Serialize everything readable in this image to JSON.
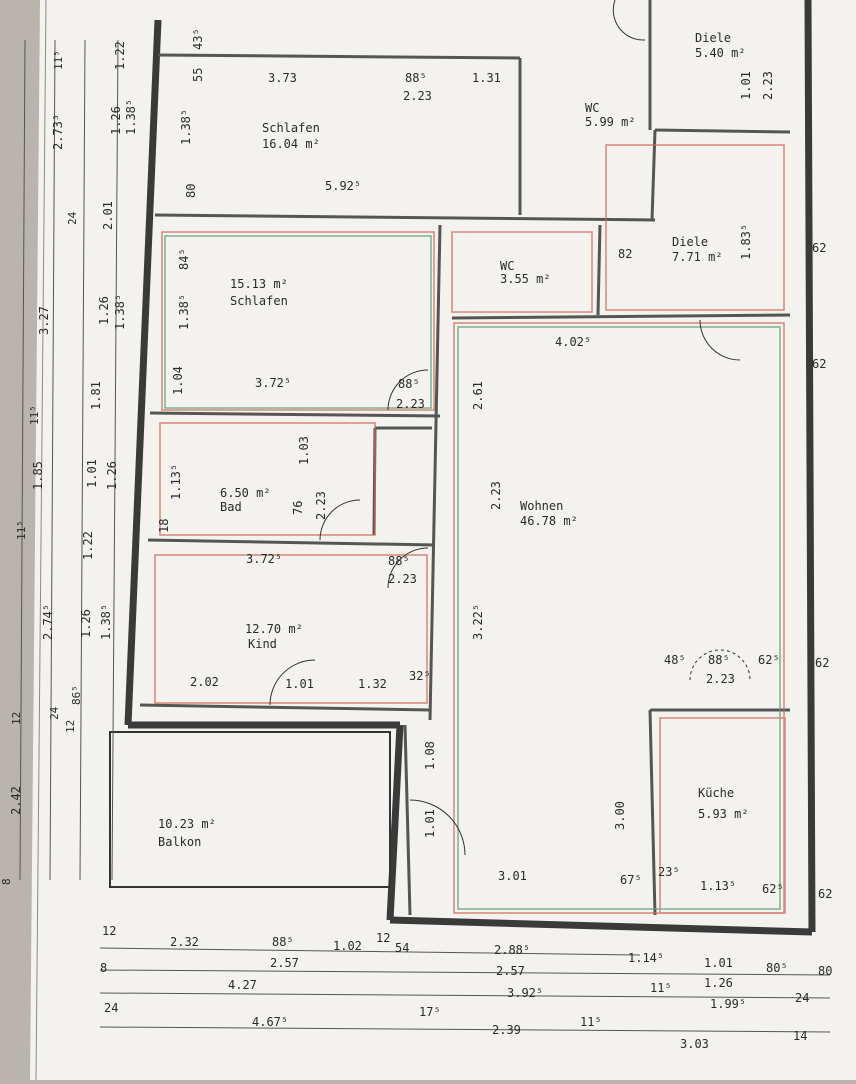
{
  "rooms": {
    "schlafen1": {
      "name": "Schlafen",
      "area": "16.04 m²"
    },
    "wc1": {
      "name": "WC",
      "area": "5.99 m²"
    },
    "diele1": {
      "name": "Diele",
      "area": "5.40 m²"
    },
    "wc2": {
      "name": "WC",
      "area": "3.55 m²"
    },
    "diele2": {
      "name": "Diele",
      "area": "7.71 m²"
    },
    "schlafen2": {
      "area": "15.13 m²",
      "name": "Schlafen"
    },
    "bad": {
      "area": "6.50 m²",
      "name": "Bad"
    },
    "wohnen": {
      "name": "Wohnen",
      "area": "46.78 m²"
    },
    "kind": {
      "area": "12.70 m²",
      "name": "Kind"
    },
    "kueche": {
      "name": "Küche",
      "area": "5.93 m²"
    },
    "balkon": {
      "area": "10.23 m²",
      "name": "Balkon"
    }
  },
  "dims": {
    "d373": "3.73",
    "d885a": "88⁵",
    "d223a": "2.23",
    "d131": "1.31",
    "d5925": "5.92⁵",
    "d1385a": "1.38⁵",
    "d80a": "80",
    "d55": "55",
    "d435": "43⁵",
    "d4025": "4.02⁵",
    "d82": "82",
    "d1835": "1.83⁵",
    "d101a": "1.01",
    "d223b": "2.23",
    "d3725a": "3.72⁵",
    "d885b": "88⁵",
    "d223c": "2.23",
    "d261": "2.61",
    "d223d": "2.23",
    "d3725b": "3.72⁵",
    "d885c": "88⁵",
    "d223e": "2.23",
    "d202": "2.02",
    "d101b": "1.01",
    "d132": "1.32",
    "d325": "32⁵",
    "d3225": "3.22⁵",
    "d885d": "88⁵",
    "d223f": "2.23",
    "d625a": "62⁵",
    "d485": "48⁵",
    "d300": "3.00",
    "d301": "3.01",
    "d1135": "1.13⁵",
    "d625b": "62⁵",
    "d675": "67⁵",
    "d235": "23⁵",
    "d108": "1.08",
    "d101c": "1.01",
    "d1035": "1.03",
    "d76": "76",
    "d223g": "2.23",
    "d18": "18",
    "d1135b": "1.13⁵",
    "d845": "84⁵",
    "d1385b": "1.38⁵",
    "d104": "1.04",
    "d62a": "62",
    "d62b": "62",
    "d62c": "62",
    "d62d": "62",
    "b232": "2.32",
    "b885": "88⁵",
    "b257a": "2.57",
    "b102": "1.02",
    "b54": "54",
    "b2885": "2.88⁵",
    "b257b": "2.57",
    "b1145": "1.14⁵",
    "b101": "1.01",
    "b126": "1.26",
    "b805": "80⁵",
    "b80": "80",
    "b427": "4.27",
    "b3925": "3.92⁵",
    "b1995": "1.99⁵",
    "b4675": "4.67⁵",
    "b239": "2.39",
    "b303": "3.03",
    "b12a": "12",
    "b8a": "8",
    "b24a": "24",
    "b12b": "12",
    "b175": "17⁵",
    "b115a": "11⁵",
    "b115b": "11⁵",
    "b24b": "24",
    "b14": "14",
    "l242": "2.42",
    "l2745": "2.74⁵",
    "l185": "1.85",
    "l327": "3.27",
    "l2735": "2.73⁵",
    "l115a": "11⁵",
    "l115b": "11⁵",
    "l115c": "11⁵",
    "l24a": "24",
    "l24b": "24",
    "l12": "12",
    "l8": "8",
    "l122a": "1.22",
    "l1385a": "1.38⁵",
    "l126a": "1.26",
    "l201": "2.01",
    "l126b": "1.26",
    "l1385b": "1.38⁵",
    "l181": "1.81",
    "l101": "1.01",
    "l126c": "1.26",
    "l122b": "1.22",
    "l126d": "1.26",
    "l1385c": "1.38⁵",
    "l865": "86⁵",
    "l12b": "12"
  }
}
